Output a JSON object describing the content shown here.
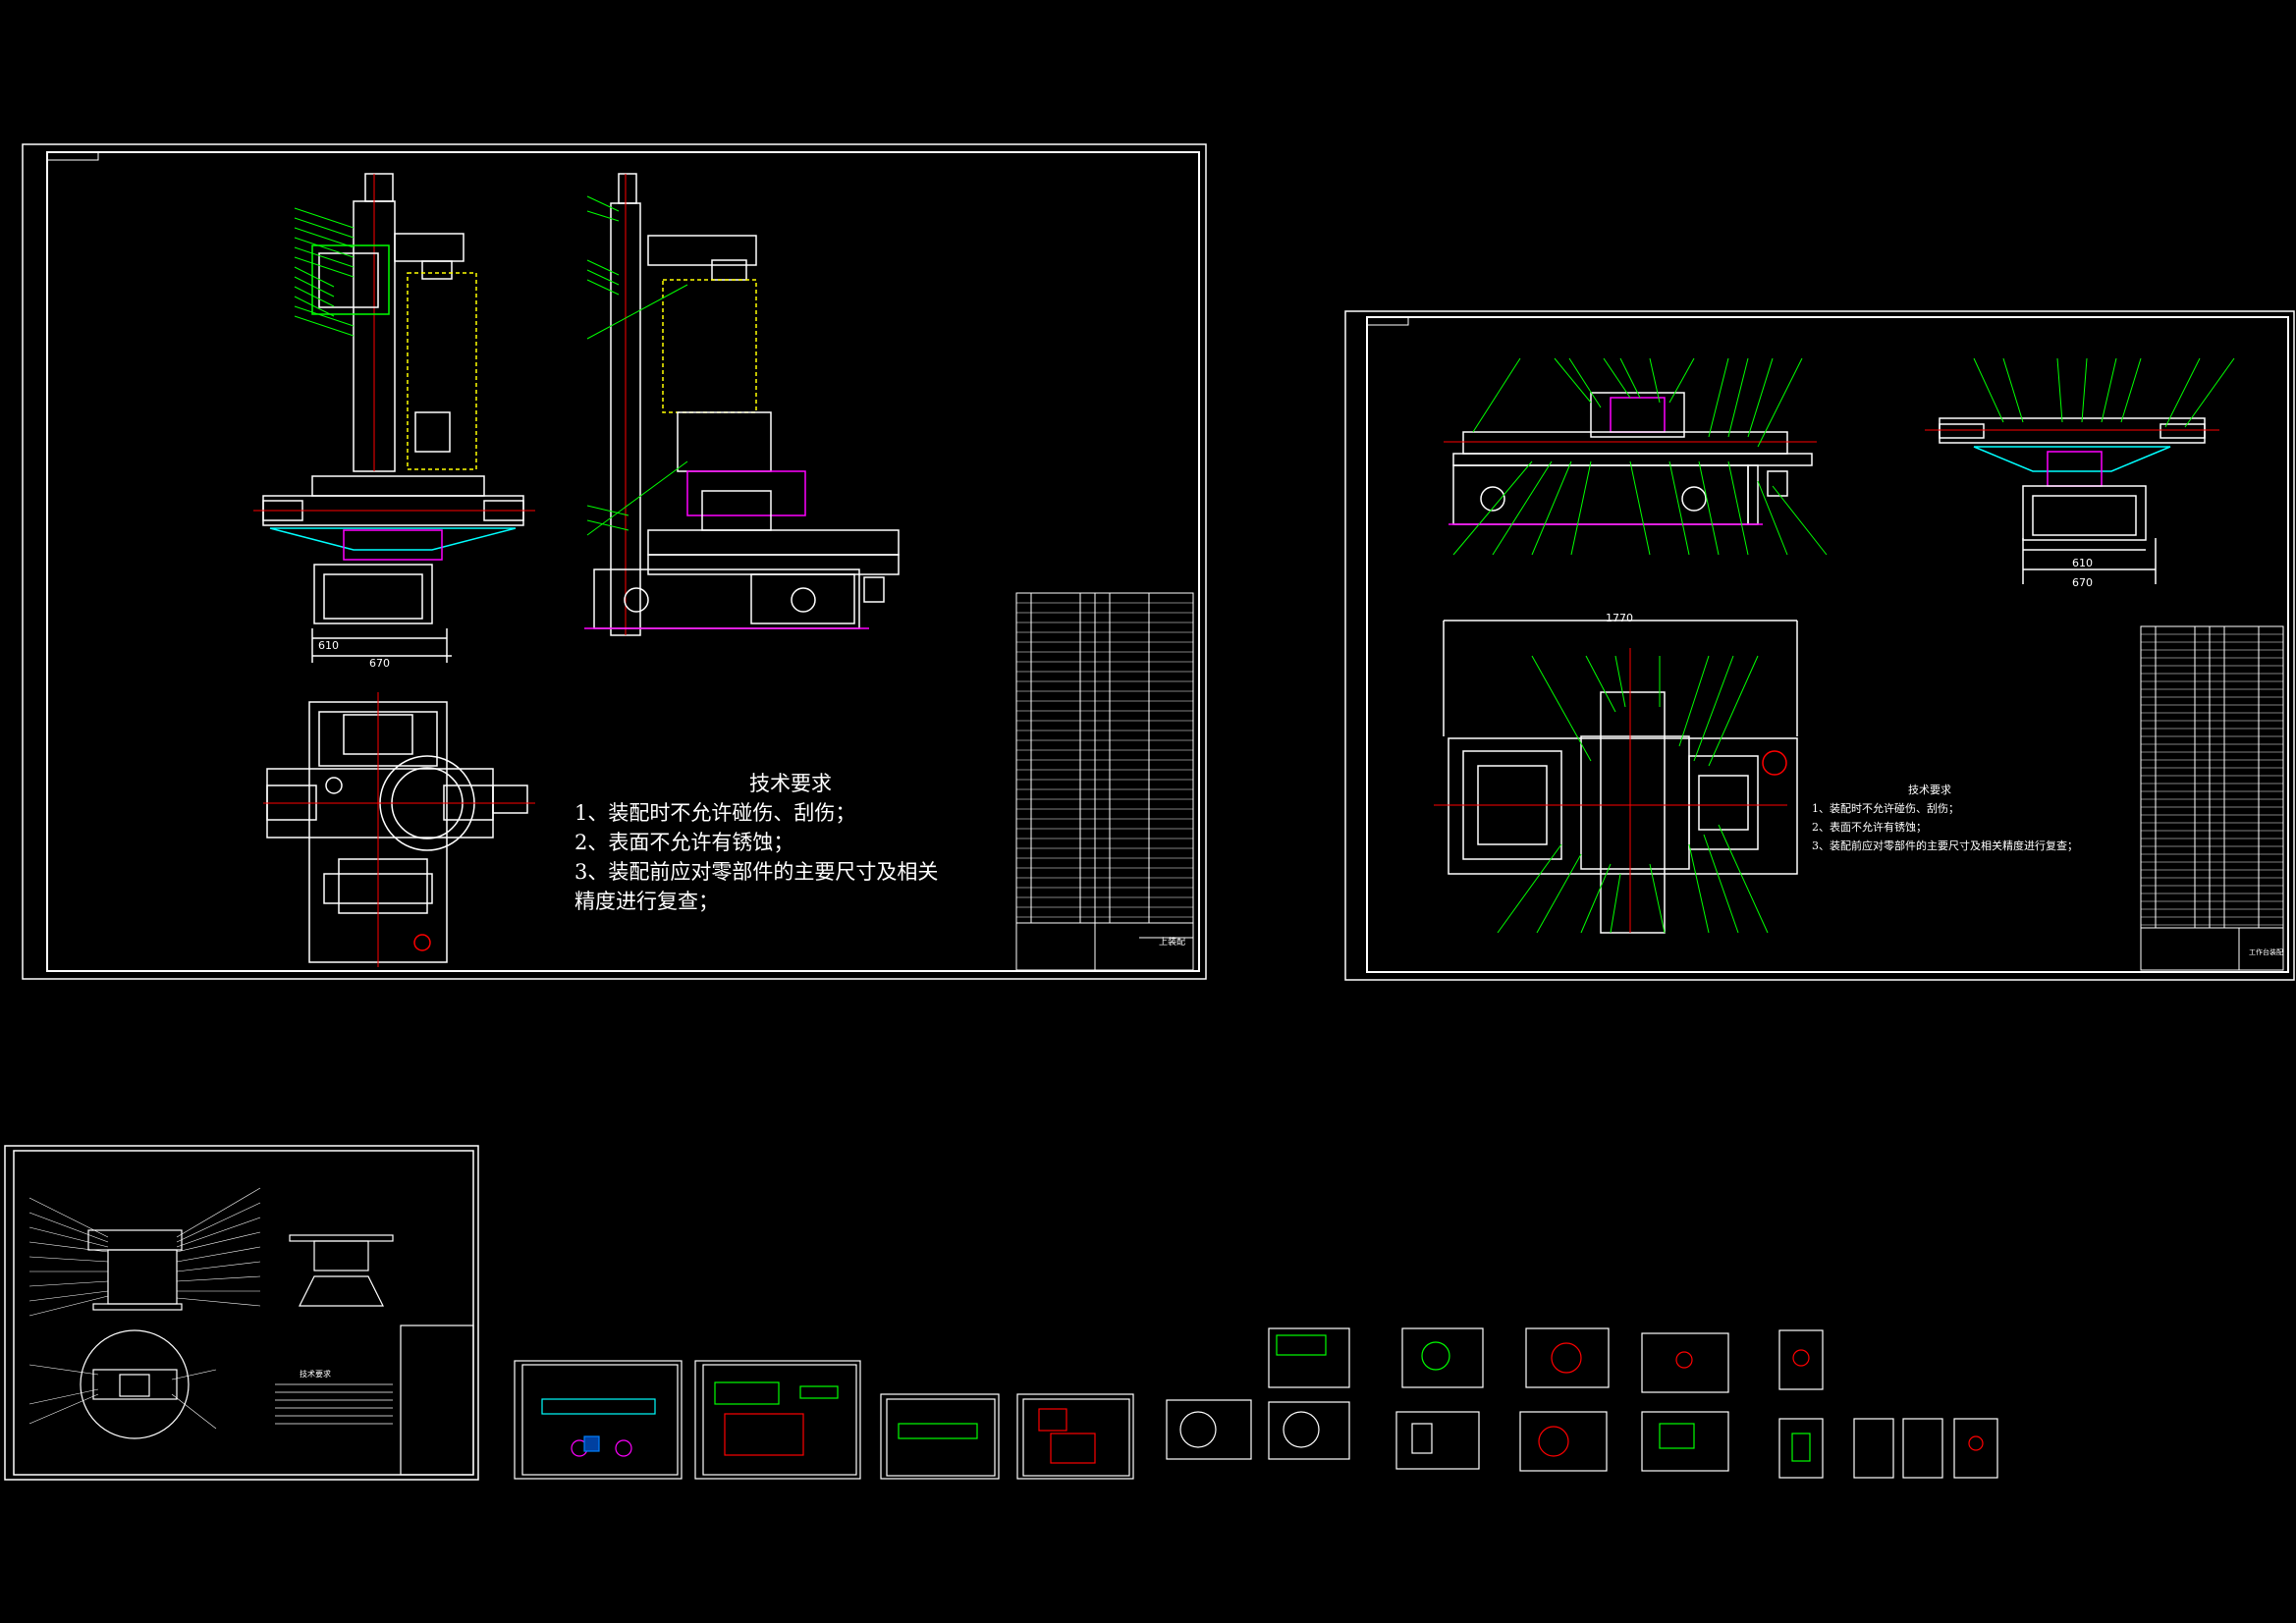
{
  "sheet_large_left": {
    "tech_title": "技术要求",
    "tech_lines": [
      "1、装配时不允许碰伤、刮伤；",
      "2、表面不允许有锈蚀；",
      "3、装配前应对零部件的主要尺寸及相关",
      "精度进行复查；"
    ],
    "dim_610": "610",
    "dim_670": "670",
    "title_block_name": "上装配"
  },
  "sheet_large_right": {
    "tech_title": "技术要求",
    "tech_lines": [
      "1、装配时不允许碰伤、刮伤；",
      "2、表面不允许有锈蚀；",
      "3、装配前应对零部件的主要尺寸及相关精度进行复查；"
    ],
    "dim_1770": "1770",
    "dim_610": "610",
    "dim_670": "670",
    "title_block_name": "工作台装配"
  },
  "sheet_small_left": {
    "tech_title": "技术要求"
  },
  "colors": {
    "background": "#000000",
    "frame": "#ffffff",
    "leader": "#00ff00",
    "centerline": "#ff0000",
    "hidden": "#ffff00",
    "section": "#ff00ff",
    "blue": "#0080ff",
    "cyan": "#00ffff"
  }
}
